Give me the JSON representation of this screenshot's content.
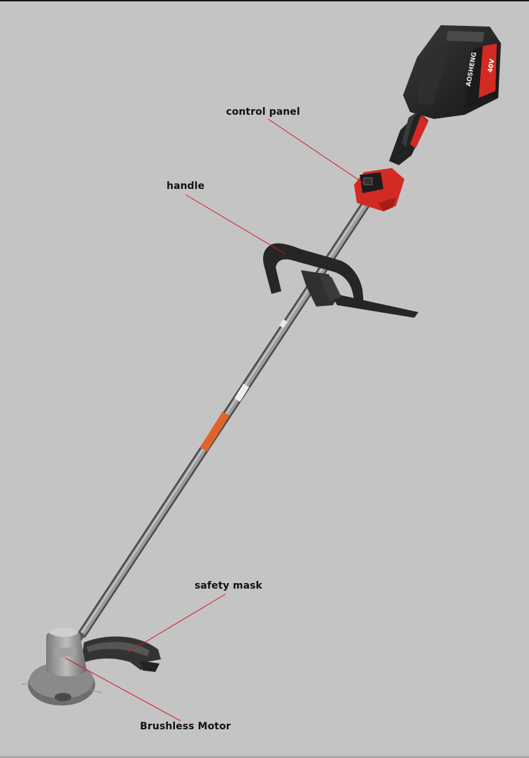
{
  "labels": {
    "control_panel": "control panel",
    "handle": "handle",
    "safety_mask": "safety mask",
    "brushless_motor": "Brushless Motor"
  },
  "battery": {
    "brand": "AOSHENG",
    "voltage": "40V"
  },
  "colors": {
    "background": "#c4c4c4",
    "callout_line": "#d9141c",
    "accent_red": "#d42a24",
    "body_dark": "#2a2a2a",
    "shaft_grey": "#8a8a8a"
  }
}
